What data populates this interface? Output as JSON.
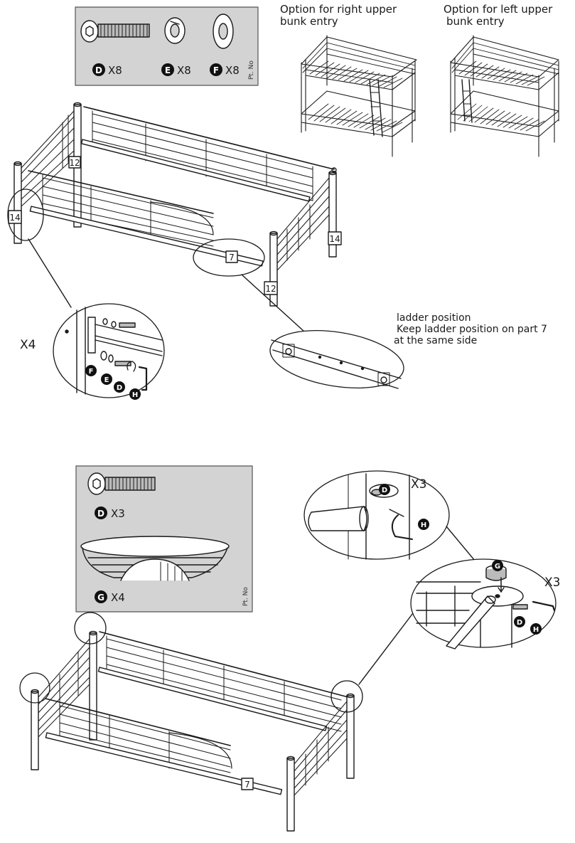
{
  "parts_box_1": {
    "callouts": [
      {
        "letter": "D",
        "qty": "X8"
      },
      {
        "letter": "E",
        "qty": "X8"
      },
      {
        "letter": "F",
        "qty": "X8"
      }
    ],
    "pt_no": "Pt. No"
  },
  "option_right": {
    "line1": "Option for right upper",
    "line2": "bunk entry"
  },
  "option_left": {
    "line1": "Option for left upper",
    "line2": "bunk entry"
  },
  "step1": {
    "part_labels": {
      "p12": "12",
      "p14_left": "14",
      "p14_right": "14",
      "p7": "7",
      "p12_bottom": "12"
    },
    "detail_multiplier": "X4",
    "detail_callouts": {
      "f": "F",
      "e": "E",
      "d": "D",
      "h": "H"
    },
    "ladder_note": {
      "line1": "ladder position",
      "line2": "Keep ladder position on part 7",
      "line3": "at the same side"
    }
  },
  "parts_box_2": {
    "callouts": [
      {
        "letter": "D",
        "qty": "X3"
      },
      {
        "letter": "G",
        "qty": "X4"
      }
    ],
    "pt_no": "Pt. No"
  },
  "step2": {
    "detail_top": {
      "multiplier": "X3",
      "d": "D",
      "h": "H"
    },
    "detail_right": {
      "multiplier": "X3",
      "g": "G",
      "d": "D",
      "h": "H"
    },
    "part_labels": {
      "p7": "7"
    }
  }
}
